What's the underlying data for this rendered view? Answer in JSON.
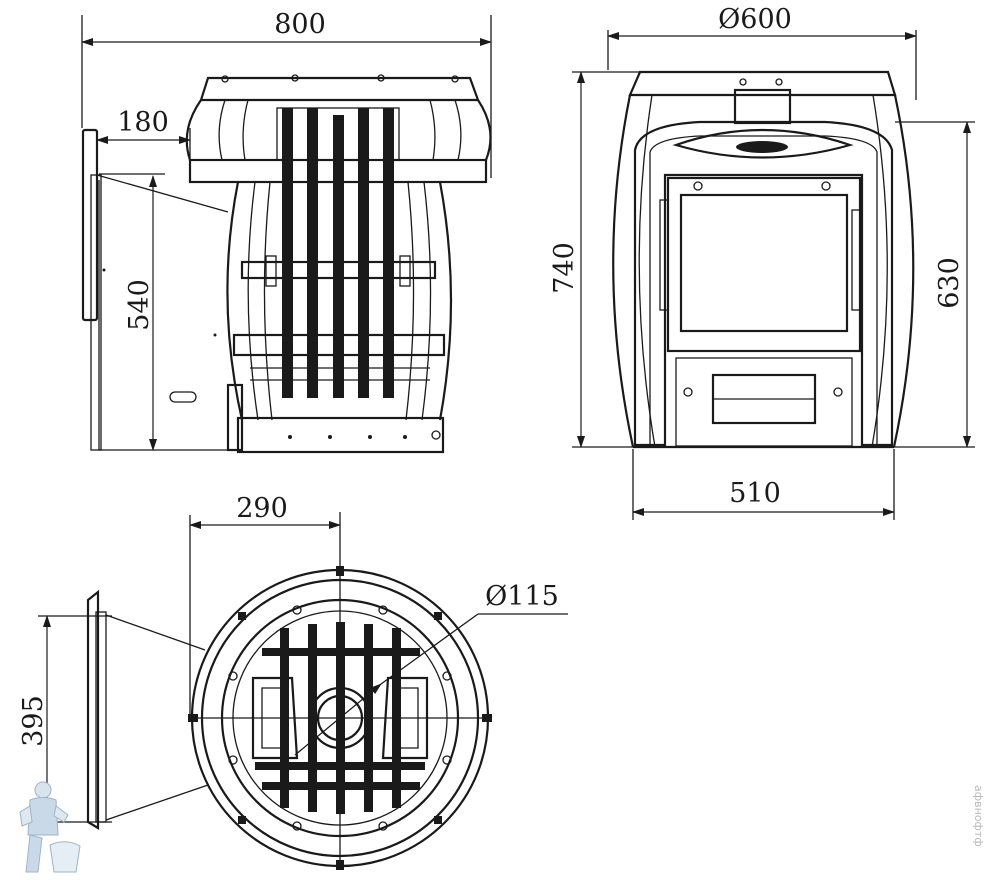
{
  "dimensions": {
    "side_width": "800",
    "side_offset": "180",
    "side_height": "540",
    "front_diameter": "Ø600",
    "front_total_height": "740",
    "front_door_height": "630",
    "front_base_width": "510",
    "top_offset": "290",
    "top_flue_diameter": "Ø115",
    "top_depth": "395"
  },
  "watermark": "афвнофтф",
  "colors": {
    "line": "#1a1a1a",
    "background": "#ffffff",
    "watermark": "#b9b9b9"
  }
}
